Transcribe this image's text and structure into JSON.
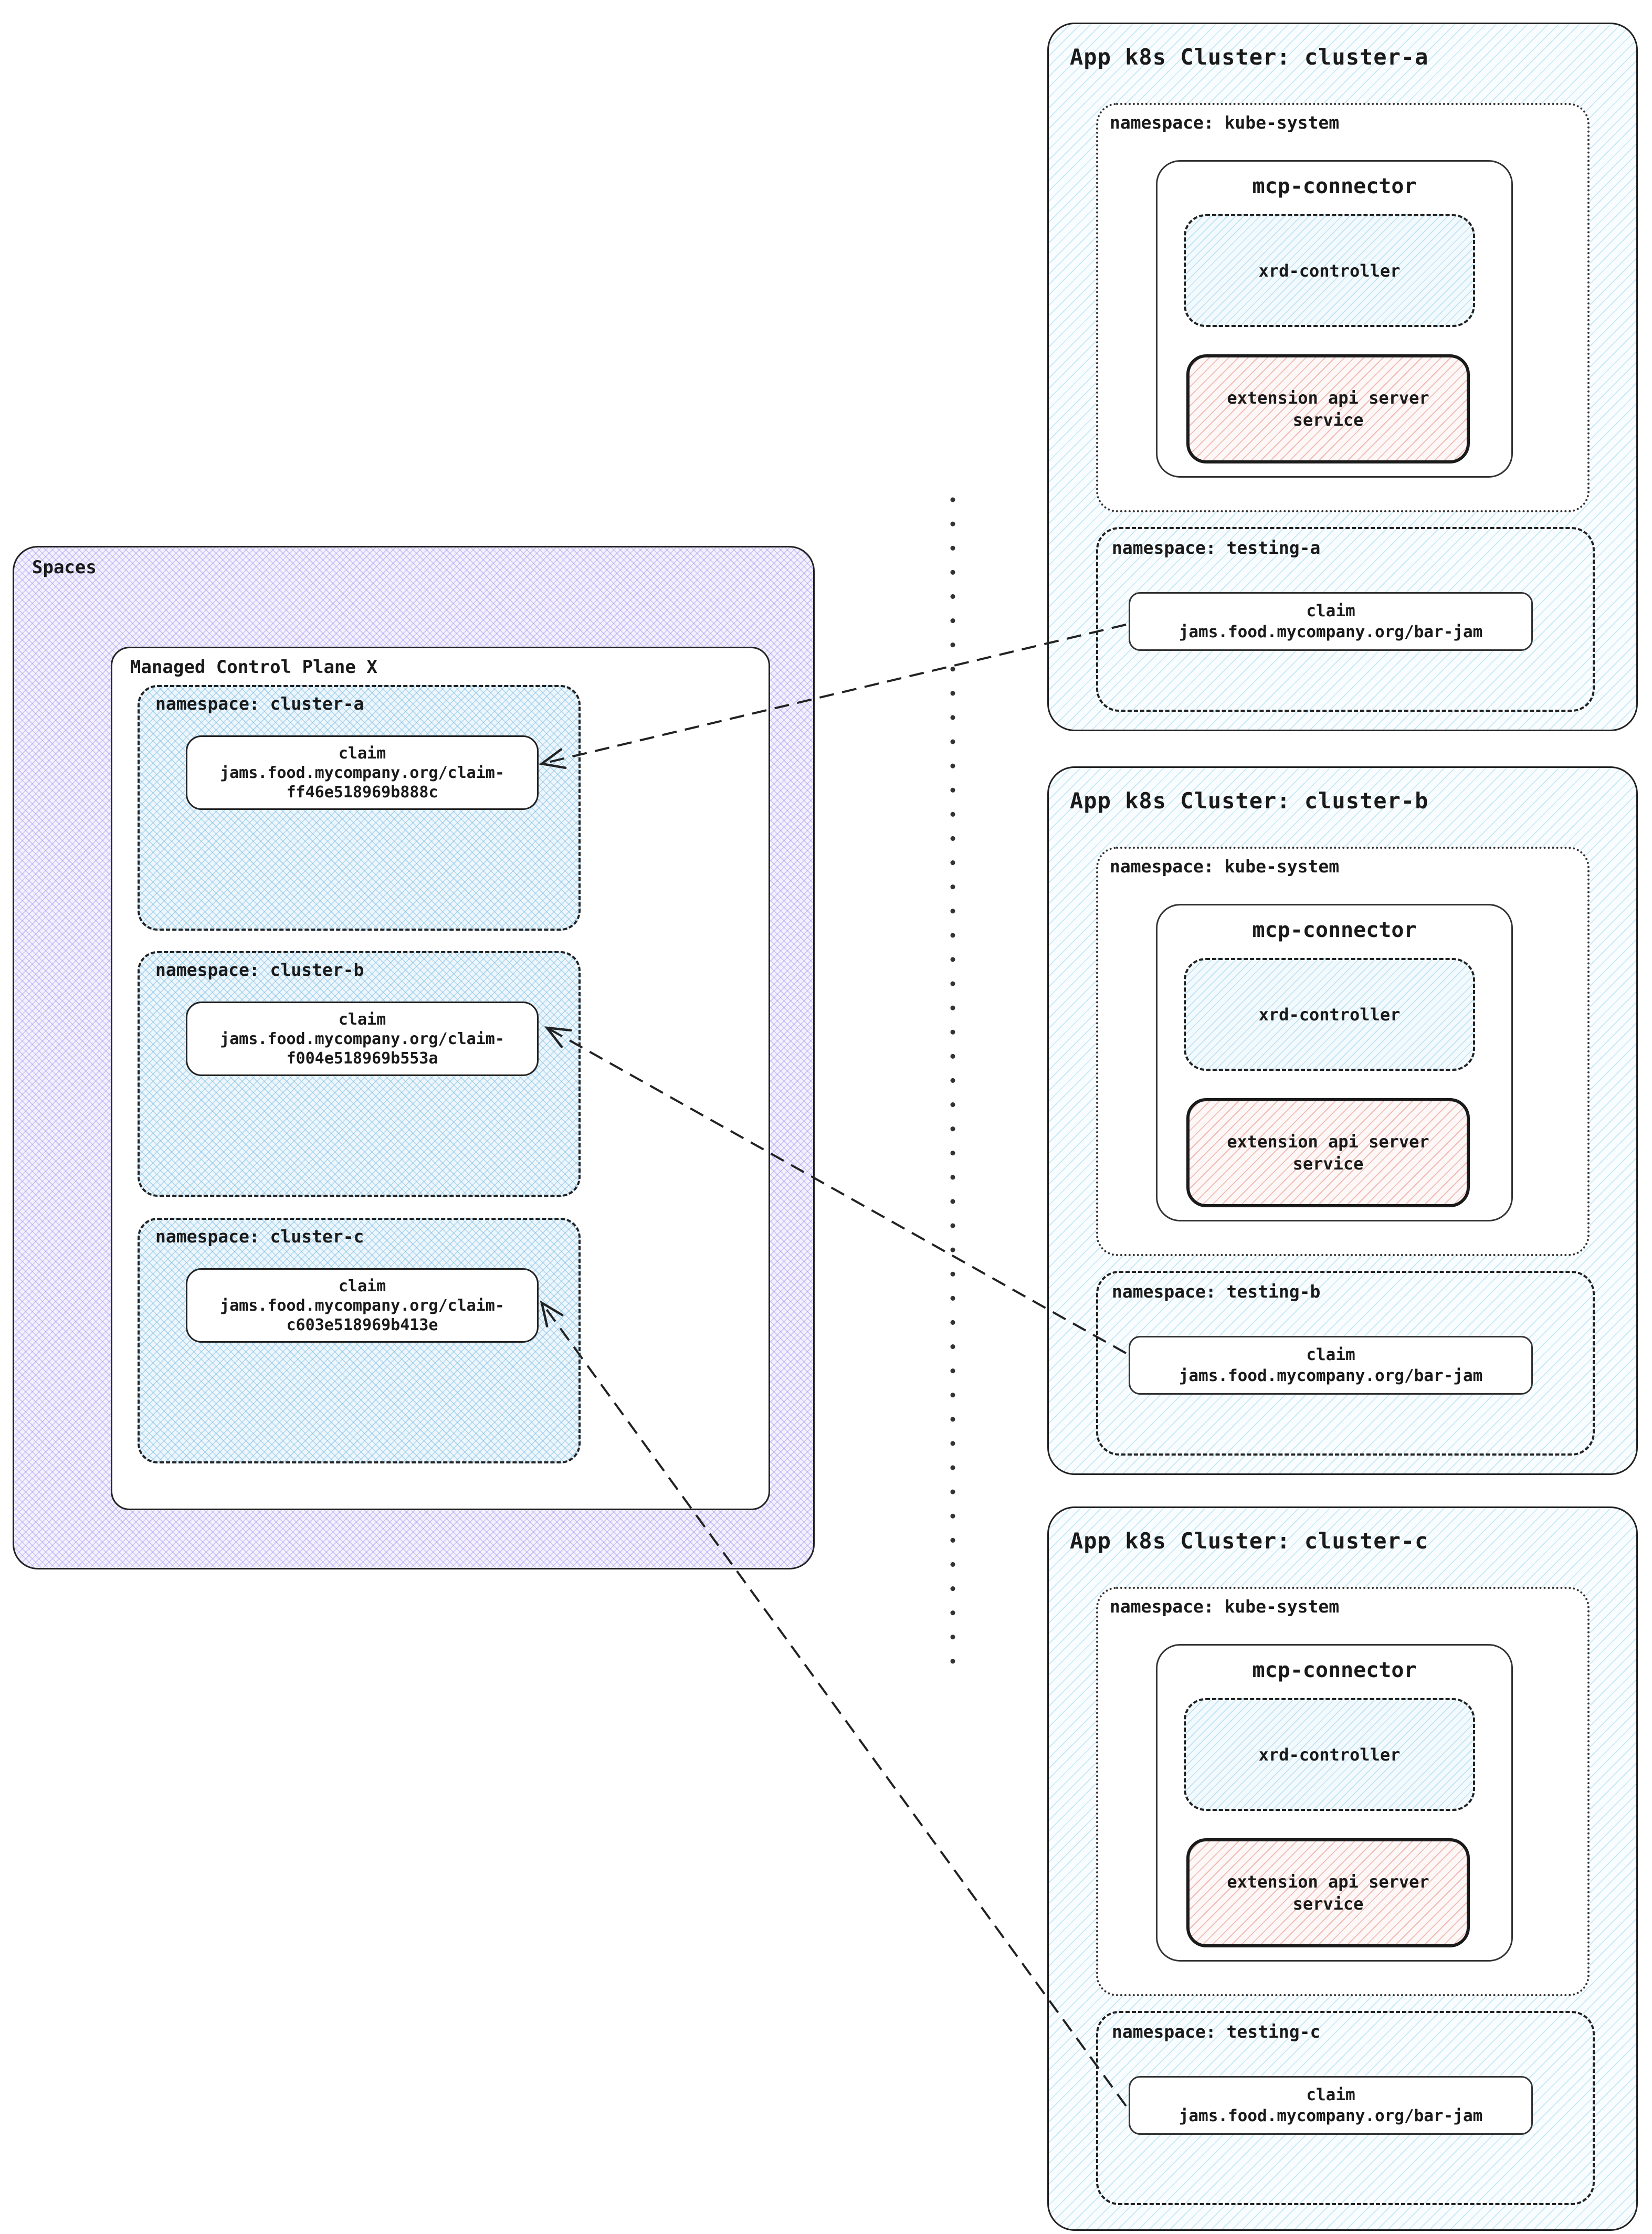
{
  "diagram": {
    "spaces": {
      "label": "Spaces",
      "managed_control_plane": {
        "label": "Managed Control Plane X",
        "namespaces": [
          {
            "label": "namespace: cluster-a",
            "claim": {
              "title": "claim",
              "resource_line1": "jams.food.mycompany.org/claim-",
              "resource_line2": "ff46e518969b888c"
            }
          },
          {
            "label": "namespace: cluster-b",
            "claim": {
              "title": "claim",
              "resource_line1": "jams.food.mycompany.org/claim-",
              "resource_line2": "f004e518969b553a"
            }
          },
          {
            "label": "namespace: cluster-c",
            "claim": {
              "title": "claim",
              "resource_line1": "jams.food.mycompany.org/claim-",
              "resource_line2": "c603e518969b413e"
            }
          }
        ]
      }
    },
    "clusters": [
      {
        "title": "App k8s Cluster: cluster-a",
        "kube_ns_label": "namespace: kube-system",
        "mcp_connector_label": "mcp-connector",
        "xrd_controller_label": "xrd-controller",
        "extension_api_line1": "extension api server",
        "extension_api_line2": "service",
        "testing_ns_label": "namespace: testing-a",
        "claim": {
          "title": "claim",
          "resource": "jams.food.mycompany.org/bar-jam"
        }
      },
      {
        "title": "App k8s Cluster: cluster-b",
        "kube_ns_label": "namespace: kube-system",
        "mcp_connector_label": "mcp-connector",
        "xrd_controller_label": "xrd-controller",
        "extension_api_line1": "extension api server",
        "extension_api_line2": "service",
        "testing_ns_label": "namespace: testing-b",
        "claim": {
          "title": "claim",
          "resource": "jams.food.mycompany.org/bar-jam"
        }
      },
      {
        "title": "App k8s Cluster: cluster-c",
        "kube_ns_label": "namespace: kube-system",
        "mcp_connector_label": "mcp-connector",
        "xrd_controller_label": "xrd-controller",
        "extension_api_line1": "extension api server",
        "extension_api_line2": "service",
        "testing_ns_label": "namespace: testing-c",
        "claim": {
          "title": "claim",
          "resource": "jams.food.mycompany.org/bar-jam"
        }
      }
    ],
    "edges": [
      {
        "from": "cluster-a testing-a claim jams.food.mycompany.org/bar-jam",
        "to": "Managed Control Plane X cluster-a claim-ff46e518969b888c",
        "style": "dashed-arrow"
      },
      {
        "from": "cluster-b testing-b claim jams.food.mycompany.org/bar-jam",
        "to": "Managed Control Plane X cluster-b claim-f004e518969b553a",
        "style": "dashed-arrow"
      },
      {
        "from": "cluster-c testing-c claim jams.food.mycompany.org/bar-jam",
        "to": "Managed Control Plane X cluster-c claim-c603e518969b413e",
        "style": "dashed-arrow"
      }
    ],
    "colors": {
      "purple_hatch": "#8a78eb",
      "blue_hatch": "#6cb2e0",
      "light_blue_hatch": "#7dcde8",
      "pink_hatch": "#e48276",
      "border": "#222222",
      "text": "#1a1a1a"
    }
  }
}
